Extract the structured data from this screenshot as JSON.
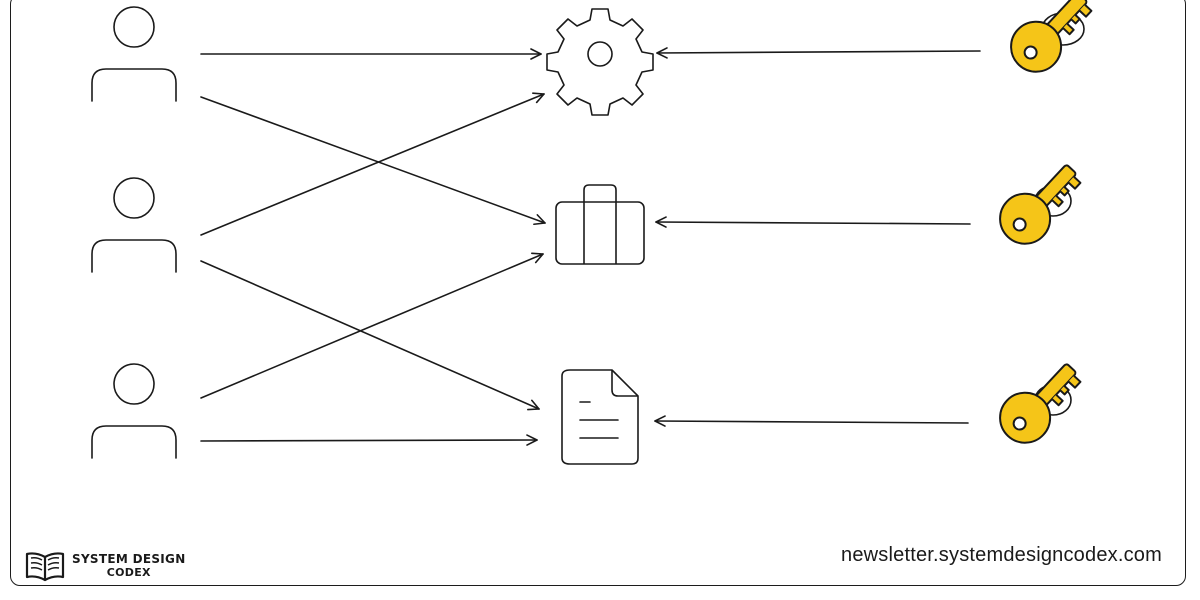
{
  "diagram": {
    "users": [
      {
        "role": "user"
      },
      {
        "role": "user"
      },
      {
        "role": "user"
      }
    ],
    "resources": [
      {
        "icon": "gear-icon"
      },
      {
        "icon": "briefcase-icon"
      },
      {
        "icon": "document-icon"
      }
    ],
    "keys": [
      {
        "icon": "key-icon"
      },
      {
        "icon": "key-icon"
      },
      {
        "icon": "key-icon"
      }
    ],
    "user_connections": [
      {
        "from": "user-1",
        "to": "gear"
      },
      {
        "from": "user-1",
        "to": "briefcase"
      },
      {
        "from": "user-2",
        "to": "gear"
      },
      {
        "from": "user-2",
        "to": "document"
      },
      {
        "from": "user-3",
        "to": "briefcase"
      },
      {
        "from": "user-3",
        "to": "document"
      }
    ],
    "key_connections": [
      {
        "from": "key-1",
        "to": "gear"
      },
      {
        "from": "key-2",
        "to": "briefcase"
      },
      {
        "from": "key-3",
        "to": "document"
      }
    ]
  },
  "colors": {
    "stroke": "#1a1a1a",
    "key_fill": "#f5c518",
    "background": "#ffffff"
  },
  "footer": {
    "brand_line1": "SYSTEM DESIGN",
    "brand_line2": "CODEX",
    "url": "newsletter.systemdesigncodex.com"
  }
}
